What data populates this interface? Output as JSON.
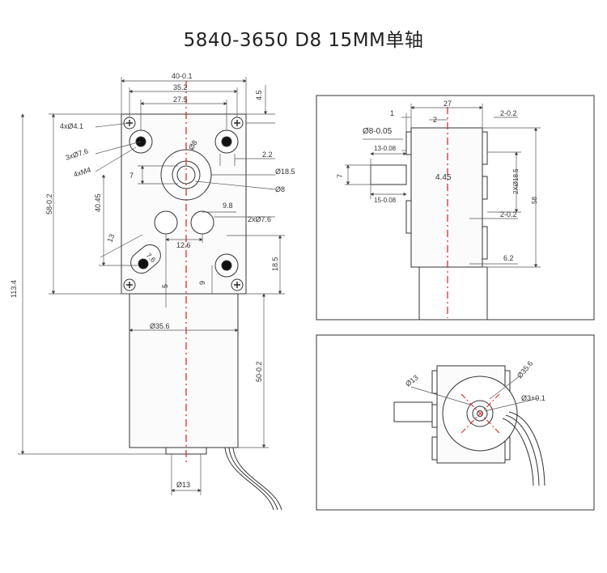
{
  "title": "5840-3650 D8 15MM单轴",
  "front": {
    "dims": [
      "40-0.1",
      "35.2",
      "27.5",
      "4.5",
      "4xØ4.1",
      "3xØ7.6",
      "4xM4",
      "Ø8",
      "2.2",
      "Ø18.5",
      "7",
      "Ø8",
      "40.45",
      "58-0.2",
      "9.8",
      "2xØ7.6",
      "13",
      "12.6",
      "7.6",
      "18.5",
      "9",
      "5",
      "113.4",
      "Ø35.6",
      "50-0.2",
      "Ø13"
    ]
  },
  "side": {
    "dims": [
      "27",
      "1",
      "2",
      "2-0.2",
      "Ø8-0.05",
      "13-0.08",
      "7",
      "4.45",
      "15-0.08",
      "2XØ18.5",
      "58",
      "2-0.2",
      "6.2"
    ]
  },
  "rear": {
    "dims": [
      "Ø13",
      "Ø35.6",
      "Ø3+0.1"
    ]
  },
  "colors": {
    "center_line": "#e21b1b",
    "outline": "#333333"
  }
}
